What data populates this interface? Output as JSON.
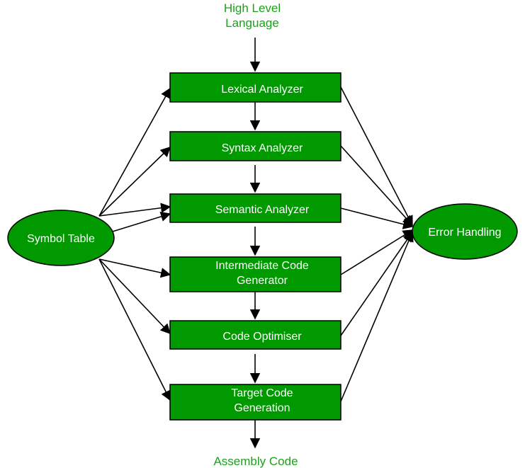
{
  "input": {
    "line1": "High Level",
    "line2": "Language"
  },
  "output": {
    "label": "Assembly Code"
  },
  "phases": [
    {
      "line1": "Lexical Analyzer",
      "line2": ""
    },
    {
      "line1": "Syntax Analyzer",
      "line2": ""
    },
    {
      "line1": "Semantic Analyzer",
      "line2": ""
    },
    {
      "line1": "Intermediate Code",
      "line2": "Generator"
    },
    {
      "line1": "Code Optimiser",
      "line2": ""
    },
    {
      "line1": "Target Code",
      "line2": "Generation"
    }
  ],
  "symbol_table": {
    "label": "Symbol Table"
  },
  "error_handling": {
    "label": "Error Handling"
  },
  "colors": {
    "box_fill": "#009900",
    "label_green": "#1aa21a",
    "edge": "#000000"
  }
}
